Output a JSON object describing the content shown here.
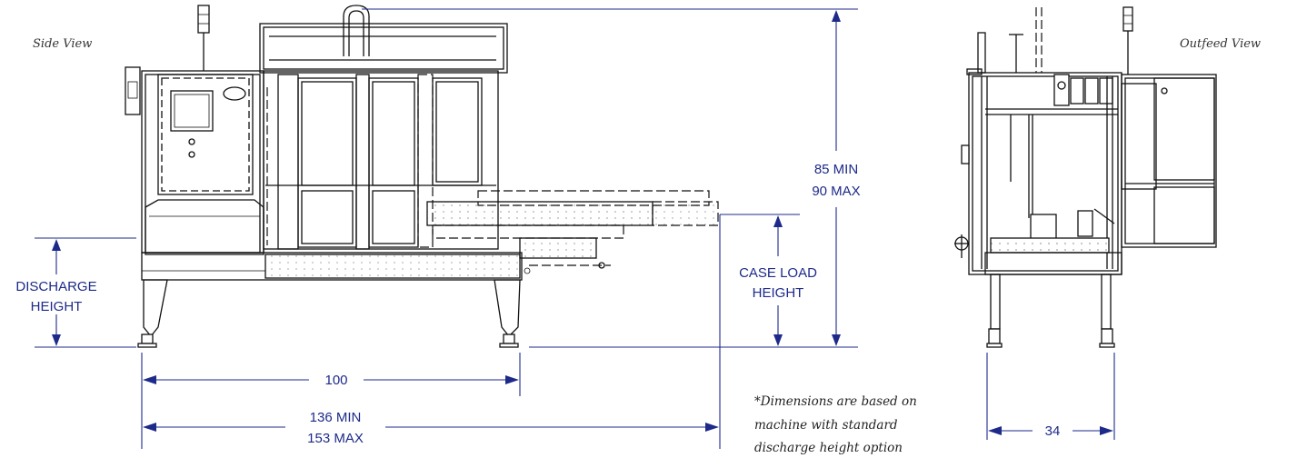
{
  "views": {
    "side": "Side View",
    "outfeed": "Outfeed View"
  },
  "dimensions": {
    "overall_height_min": "85 MIN",
    "overall_height_max": "90 MAX",
    "case_load_line1": "CASE LOAD",
    "case_load_line2": "HEIGHT",
    "discharge_line1": "DISCHARGE",
    "discharge_line2": "HEIGHT",
    "leg_span": "100",
    "length_min": "136 MIN",
    "length_max": "153 MAX",
    "width": "34"
  },
  "footnote": {
    "line1": "*Dimensions are based on",
    "line2": "machine with standard",
    "line3": "discharge height option"
  },
  "colors": {
    "dimension_blue": "#1d2a8a",
    "linework": "#111111"
  }
}
